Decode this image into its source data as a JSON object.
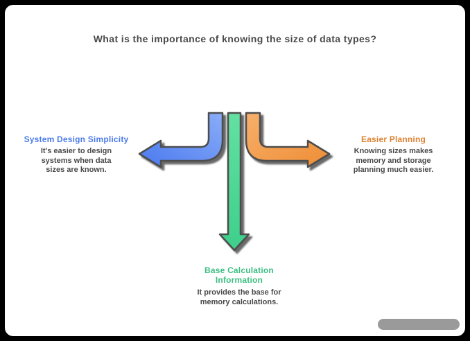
{
  "title": "What is the importance of knowing the size of data types?",
  "branches": {
    "left": {
      "heading": "System Design Simplicity",
      "body": [
        "It's easier to design",
        "systems when data",
        "sizes are known."
      ]
    },
    "right": {
      "heading": "Easier Planning",
      "body": [
        "Knowing sizes makes",
        "memory and storage",
        "planning much easier."
      ]
    },
    "bottom": {
      "heading_line1": "Base Calculation",
      "heading_line2": "Information",
      "body": [
        "It provides the base for",
        "memory calculations."
      ]
    }
  },
  "colors": {
    "blue_arrow": "#5b87f2",
    "orange_arrow": "#f09a4e",
    "green_arrow": "#52d795",
    "blue_heading": "#4b7bea",
    "orange_heading": "#e0812f",
    "green_heading": "#3bbf80",
    "body_text": "#4a4a4a",
    "arrow_outline": "#4d4d4d",
    "background": "#000000",
    "card": "#ffffff",
    "watermark": "#9a9a9a"
  }
}
